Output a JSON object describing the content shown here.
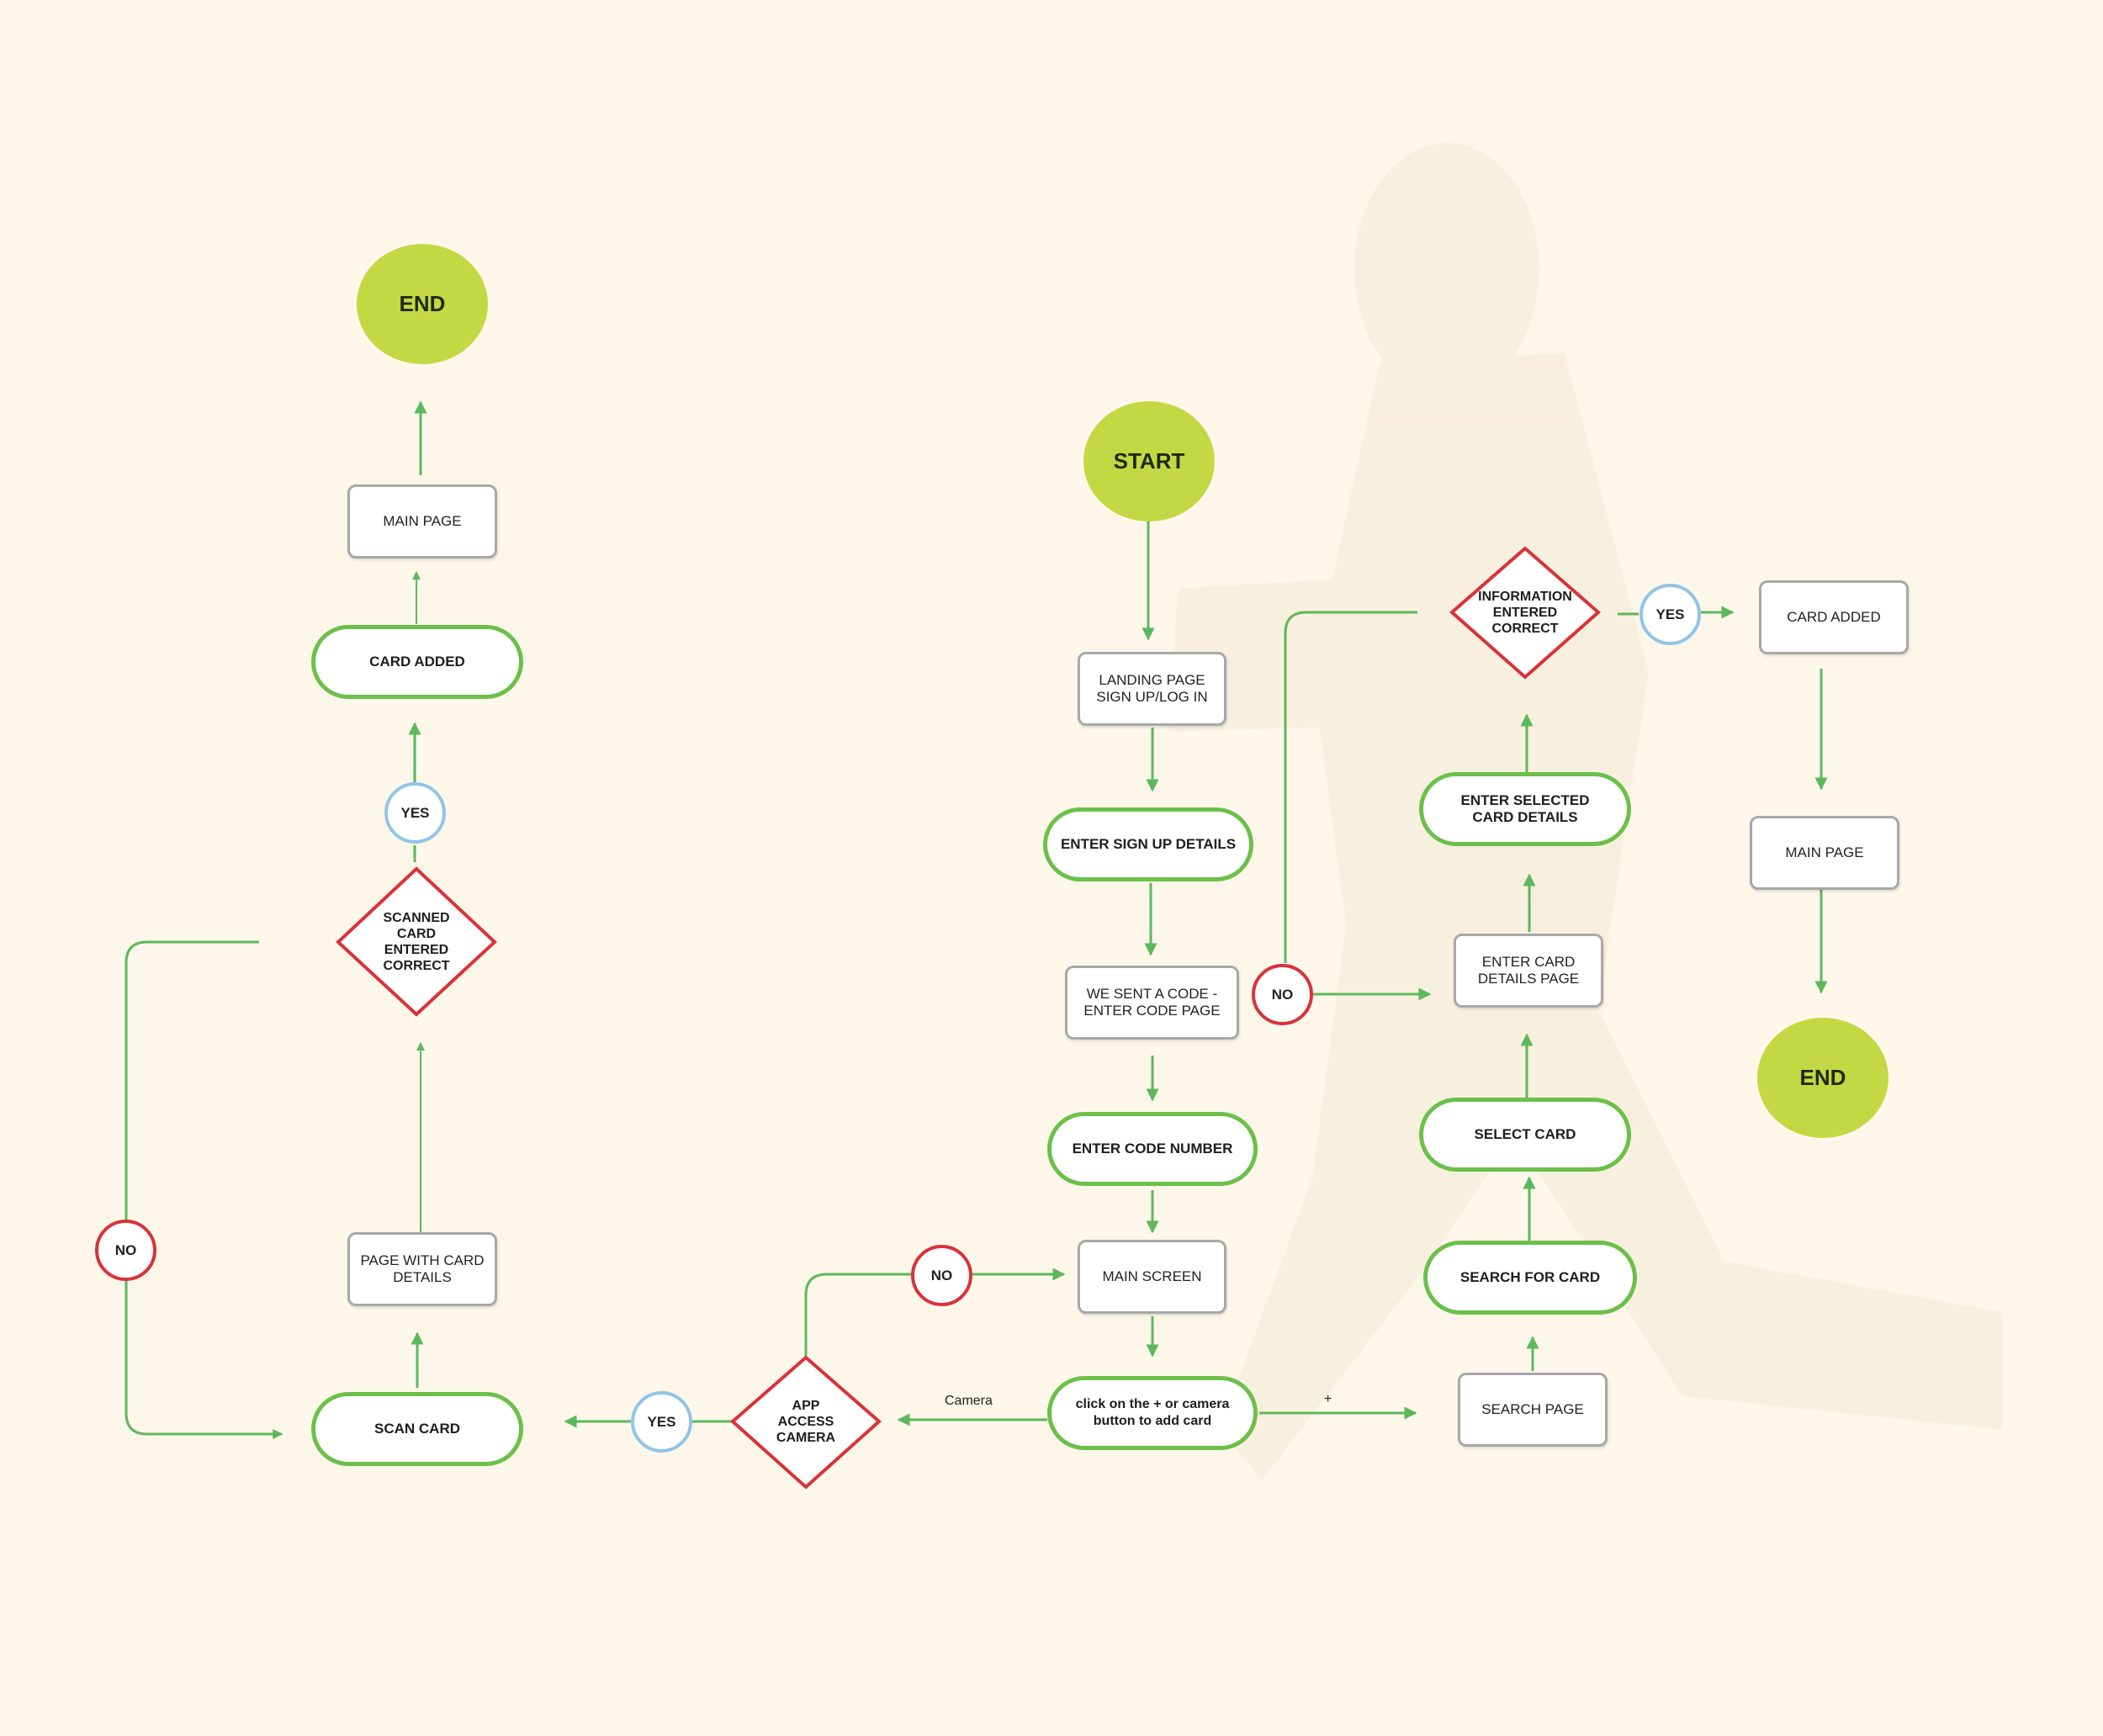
{
  "colors": {
    "background": "#fdf7ea",
    "connector": "#5cb85c",
    "terminal_fill": "#c2d944",
    "decision_border": "#d9323a",
    "process_border": "#6cc04a",
    "yes_border": "#92c4e6",
    "no_border": "#d9323a"
  },
  "nodes": {
    "start": "START",
    "end_left": "END",
    "end_right": "END",
    "landing_page": "LANDING PAGE\nSIGN UP/LOG IN",
    "enter_signup": "ENTER SIGN UP  DETAILS",
    "code_page": "WE SENT A CODE -\nENTER CODE PAGE",
    "enter_code": "ENTER  CODE NUMBER",
    "main_screen": "MAIN SCREEN",
    "click_add": "click on the + or camera\nbutton to add card",
    "app_access_camera": "APP\nACCESS\nCAMERA",
    "scan_card": "SCAN CARD",
    "page_with_card": "PAGE WITH CARD\nDETAILS",
    "scanned_correct": "SCANNED\nCARD\nENTERED\nCORRECT",
    "card_added_left": "CARD ADDED",
    "main_page_left": "MAIN PAGE",
    "search_page": "SEARCH PAGE",
    "search_for_card": "SEARCH FOR CARD",
    "select_card": "SELECT CARD",
    "enter_card_details_page": "ENTER CARD\nDETAILS PAGE",
    "enter_selected": "ENTER SELECTED\nCARD  DETAILS",
    "info_correct": "INFORMATION\nENTERED\nCORRECT",
    "card_added_right": "CARD ADDED",
    "main_page_right": "MAIN PAGE"
  },
  "badges": {
    "yes_left": "YES",
    "no_left": "NO",
    "yes_camera": "YES",
    "no_camera": "NO",
    "no_info": "NO",
    "yes_info": "YES"
  },
  "edge_labels": {
    "camera": "Camera",
    "plus": "+"
  }
}
